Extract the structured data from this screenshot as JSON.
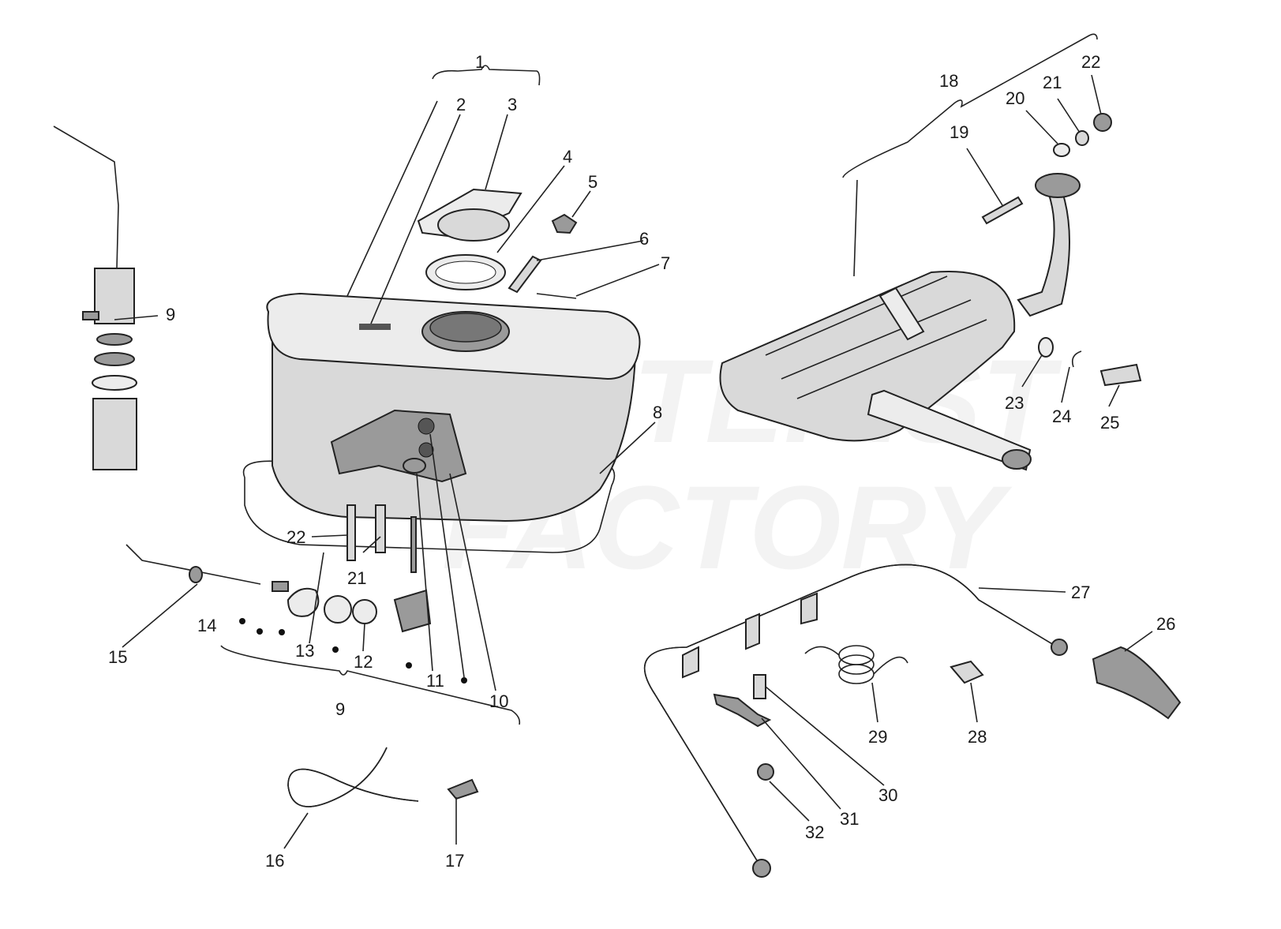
{
  "watermark": {
    "line1": "SCOOTERIST",
    "line2": "FACTORY"
  },
  "callouts": {
    "c1": "1",
    "c2": "2",
    "c3": "3",
    "c4": "4",
    "c5": "5",
    "c6": "6",
    "c7": "7",
    "c8": "8",
    "c9a": "9",
    "c9b": "9",
    "c10": "10",
    "c11": "11",
    "c12": "12",
    "c13": "13",
    "c14": "14",
    "c15": "15",
    "c16": "16",
    "c17": "17",
    "c18": "18",
    "c19": "19",
    "c20": "20",
    "c21a": "21",
    "c21b": "21",
    "c22a": "22",
    "c22b": "22",
    "c23": "23",
    "c24": "24",
    "c25": "25",
    "c26": "26",
    "c27": "27",
    "c28": "28",
    "c29": "29",
    "c30": "30",
    "c31": "31",
    "c32": "32"
  },
  "icons": {
    "fuel_tank": "fuel-tank-icon",
    "fuel_tap": "fuel-tap-icon",
    "muffler": "muffler-icon",
    "rear_bar": "rear-bar-icon",
    "fuel_hose": "fuel-hose-icon",
    "spring": "spring-icon"
  }
}
